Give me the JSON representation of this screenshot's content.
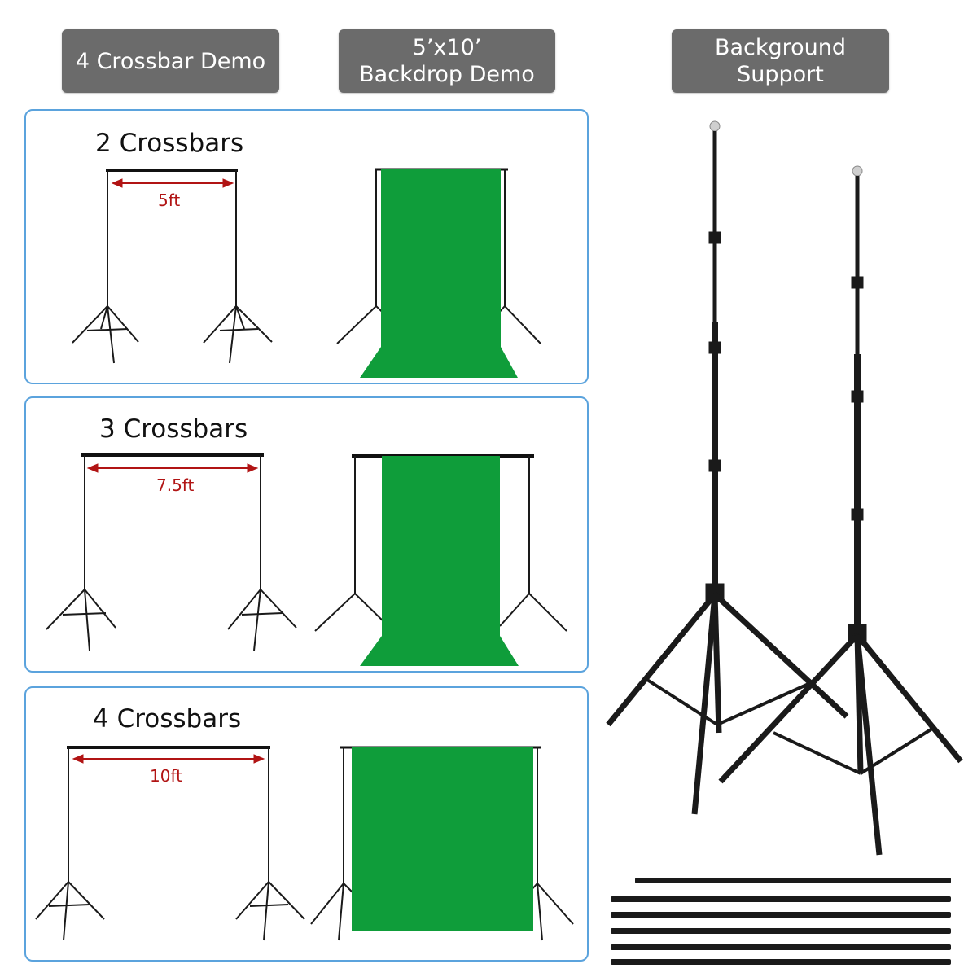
{
  "tabs": {
    "crossbar_demo": "4 Crossbar Demo",
    "backdrop_demo_line1": "5’x10’",
    "backdrop_demo_line2": "Backdrop Demo",
    "background_support_line1": "Background",
    "background_support_line2": "Support"
  },
  "panels": [
    {
      "title": "2 Crossbars",
      "width_label": "5ft"
    },
    {
      "title": "3 Crossbars",
      "width_label": "7.5ft"
    },
    {
      "title": "4 Crossbars",
      "width_label": "10ft"
    }
  ],
  "colors": {
    "tab_bg": "#6b6b6b",
    "panel_border": "#5ba3dd",
    "backdrop_green": "#0f9d3a",
    "dimension_red": "#b11414",
    "stand_black": "#1a1a1a"
  },
  "icons": [
    "light-stand-icon",
    "green-backdrop-icon",
    "crossbar-rod-icon",
    "dimension-arrow-icon"
  ]
}
